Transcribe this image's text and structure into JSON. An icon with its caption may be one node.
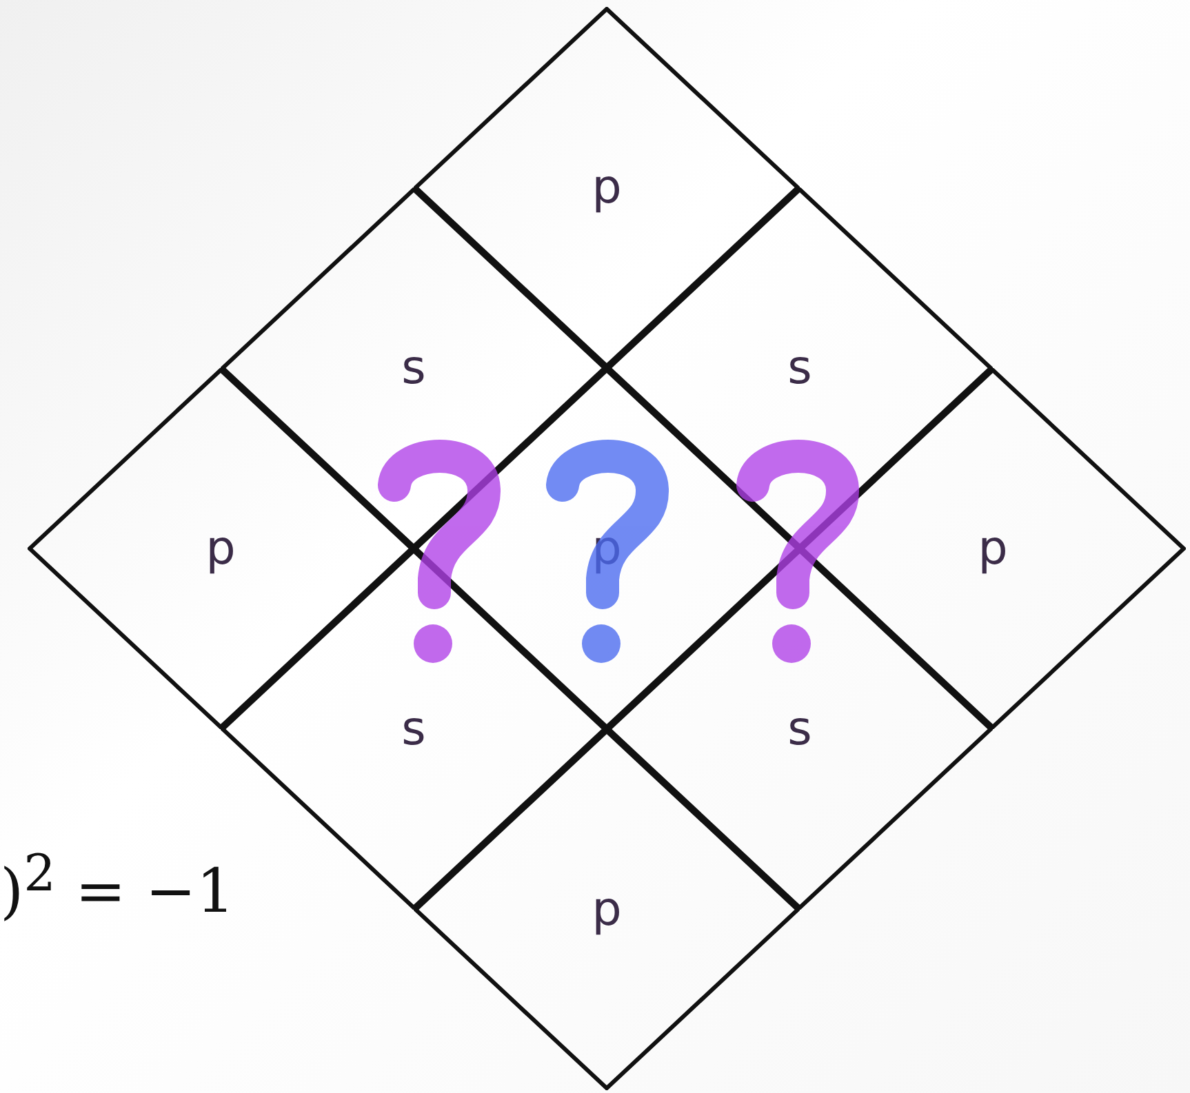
{
  "diagram": {
    "nodes": [
      {
        "text": [
          "p"
        ]
      },
      {
        "text": [
          "s"
        ]
      },
      {
        "text": [
          "s"
        ]
      },
      {
        "text": [
          "p"
        ]
      },
      {
        "text": [
          "p"
        ]
      },
      {
        "text": [
          "p"
        ]
      },
      {
        "text": [
          "s"
        ]
      },
      {
        "text": [
          "s"
        ]
      },
      {
        "text": [
          "p"
        ]
      }
    ],
    "labels": [
      ")$^{2}$ = −1"
    ]
  }
}
